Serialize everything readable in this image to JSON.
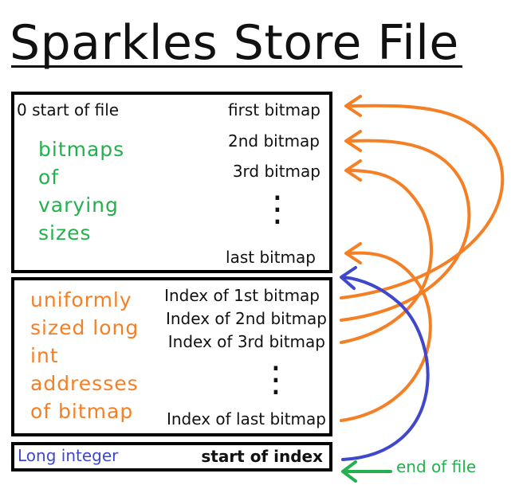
{
  "title": "Sparkles Store File",
  "bitmap_region": {
    "start_label": "0 start of file",
    "description_lines": [
      "bitmaps",
      "of",
      "varying",
      "sizes"
    ],
    "entries": [
      "first bitmap",
      "2nd bitmap",
      "3rd bitmap",
      "last bitmap"
    ],
    "ellipsis": "⋮"
  },
  "index_region": {
    "description_lines": [
      "uniformly",
      "sized long",
      "int",
      "addresses",
      "of bitmap"
    ],
    "entries": [
      "Index of 1st bitmap",
      "Index of 2nd bitmap",
      "Index of 3rd bitmap",
      "Index of last bitmap"
    ],
    "ellipsis": "⋮"
  },
  "footer_region": {
    "type_label": "Long integer",
    "value_label": "start of index",
    "eof_label": "end of file"
  },
  "colors": {
    "green": "#22b14c",
    "orange": "#f57f24",
    "blue": "#3f48cc",
    "black": "#000000"
  }
}
